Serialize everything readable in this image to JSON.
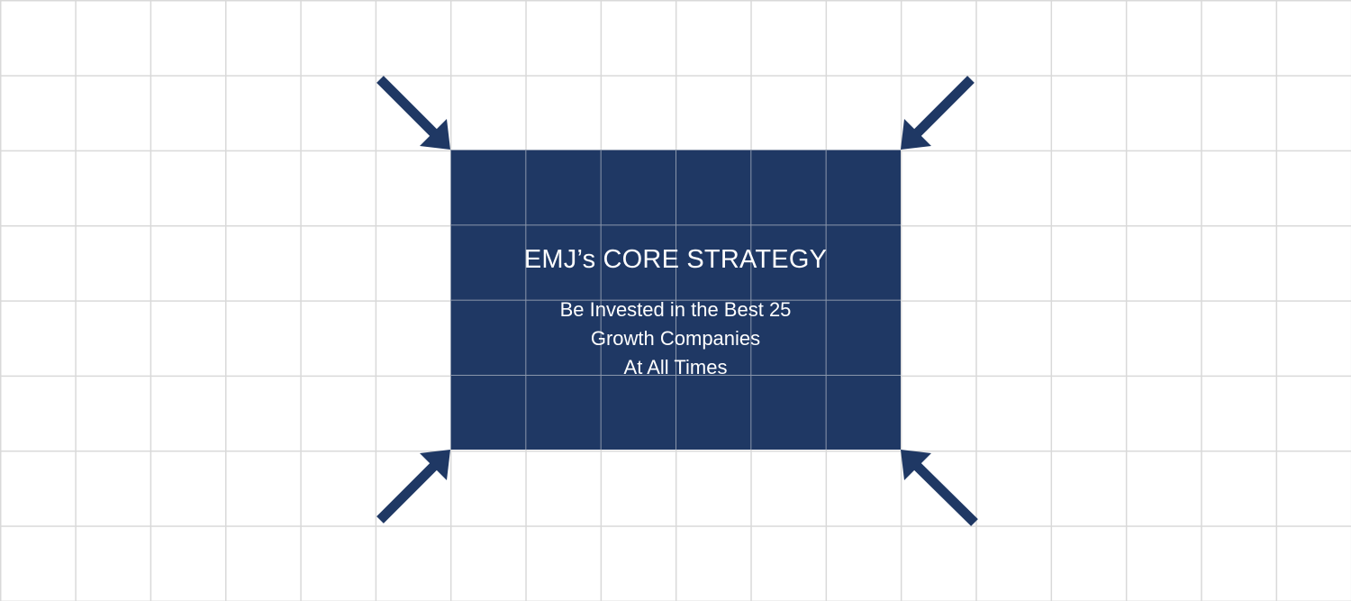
{
  "diagram": {
    "title": "EMJ’s CORE STRATEGY",
    "subtitle_lines": [
      "Be Invested in the Best 25",
      "Growth Companies",
      "At All Times"
    ],
    "arrows": [
      {
        "position": "top-left",
        "direction": "down-right",
        "icon": "arrow-down-right-icon"
      },
      {
        "position": "top-right",
        "direction": "down-left",
        "icon": "arrow-down-left-icon"
      },
      {
        "position": "bottom-left",
        "direction": "up-right",
        "icon": "arrow-up-right-icon"
      },
      {
        "position": "bottom-right",
        "direction": "up-left",
        "icon": "arrow-up-left-icon"
      }
    ],
    "colors": {
      "box": "#1f3864",
      "arrow": "#1f3864",
      "grid": "#d9d9d9",
      "text": "#ffffff"
    }
  }
}
